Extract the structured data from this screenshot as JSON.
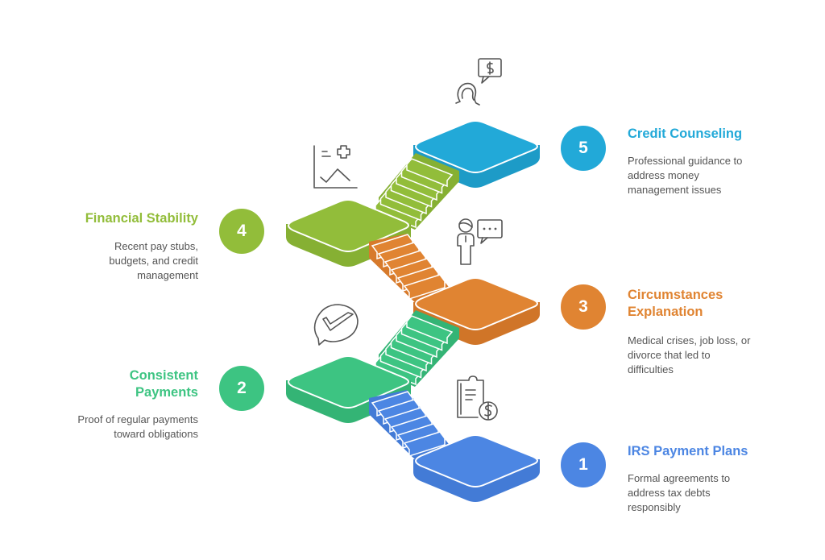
{
  "diagram": {
    "type": "staircase",
    "steps": [
      {
        "number": "1",
        "title": "IRS Payment Plans",
        "description": "Formal agreements to address tax debts responsibly",
        "desc_lines": [
          "Formal agreements to",
          "address tax debts",
          "responsibly"
        ],
        "color": "#4c86e3",
        "icon": "clipboard-dollar-icon",
        "side": "right"
      },
      {
        "number": "2",
        "title": "Consistent Payments",
        "title_lines": [
          "Consistent",
          "Payments"
        ],
        "description": "Proof of regular payments toward obligations",
        "desc_lines": [
          "Proof of regular payments",
          "toward obligations"
        ],
        "color": "#3dc482",
        "icon": "chat-check-icon",
        "side": "left"
      },
      {
        "number": "3",
        "title": "Circumstances Explanation",
        "title_lines": [
          "Circumstances",
          "Explanation"
        ],
        "description": "Medical crises, job loss, or divorce that led to difficulties",
        "desc_lines": [
          "Medical crises, job loss, or",
          "divorce that led to",
          "difficulties"
        ],
        "color": "#e08432",
        "icon": "person-speech-icon",
        "side": "right"
      },
      {
        "number": "4",
        "title": "Financial Stability",
        "description": "Recent pay stubs, budgets, and credit management",
        "desc_lines": [
          "Recent pay stubs,",
          "budgets, and credit",
          "management"
        ],
        "color": "#92bd3a",
        "icon": "chart-plus-icon",
        "side": "left"
      },
      {
        "number": "5",
        "title": "Credit Counseling",
        "description": "Professional guidance to address money management issues",
        "desc_lines": [
          "Professional guidance to",
          "address money",
          "management issues"
        ],
        "color": "#22a9d8",
        "icon": "counselor-dollar-icon",
        "side": "right"
      }
    ]
  }
}
